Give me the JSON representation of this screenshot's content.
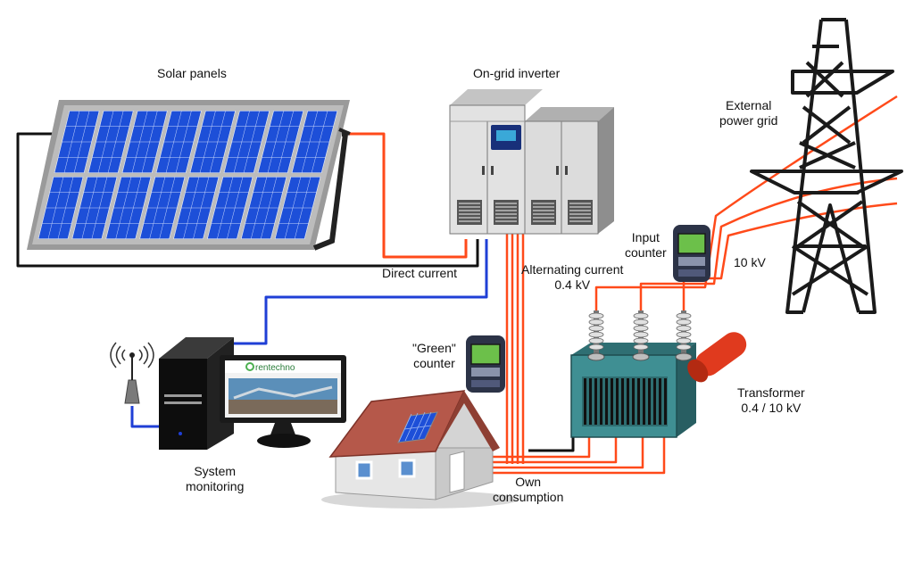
{
  "labels": {
    "solar_panels": "Solar panels",
    "inverter": "On-grid inverter",
    "external_grid": [
      "External",
      "power grid"
    ],
    "input_counter": [
      "Input",
      "counter"
    ],
    "ten_kv": "10 kV",
    "direct_current": "Direct current",
    "alternating_current": [
      "Alternating current",
      "0.4 kV"
    ],
    "green_counter": [
      "\"Green\"",
      "counter"
    ],
    "transformer": [
      "Transformer",
      "0.4 / 10 kV"
    ],
    "system_monitoring": [
      "System",
      "monitoring"
    ],
    "own_consumption": [
      "Own",
      "consumption"
    ]
  },
  "monitor_screen": {
    "brand": "rentechno"
  },
  "colors": {
    "dc_line": "#ff4a1a",
    "ac_line": "#ff4a1a",
    "data_line": "#1f3fd6",
    "ground_line": "#111111",
    "panel_cell": "#1d4fd8",
    "inverter_body": "#dcdcdc",
    "transformer_body": "#3f8f93",
    "roof": "#b5584a"
  },
  "icons": [
    "solar-panel-icon",
    "inverter-icon",
    "transmission-tower-icon",
    "meter-icon",
    "transformer-icon",
    "house-icon",
    "computer-tower-icon",
    "monitor-icon",
    "antenna-icon"
  ]
}
